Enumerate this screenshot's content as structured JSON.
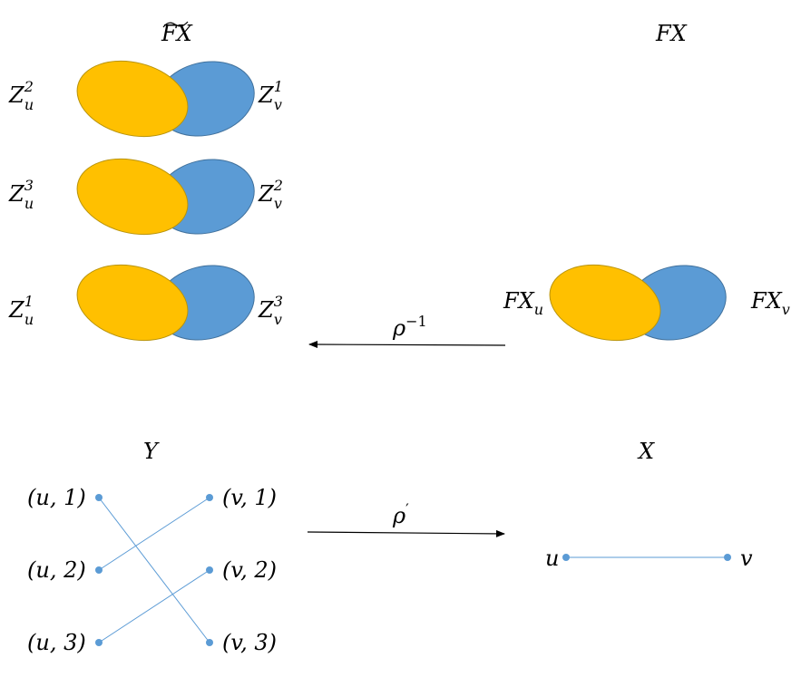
{
  "titles": {
    "cover_top": "FX",
    "base_top": "FX",
    "cover_bottom": "Y",
    "base_bottom": "X"
  },
  "cover_labels": [
    {
      "left_base": "Z",
      "left_sub": "u",
      "left_sup": "2",
      "right_base": "Z",
      "right_sub": "v",
      "right_sup": "1"
    },
    {
      "left_base": "Z",
      "left_sub": "u",
      "left_sup": "3",
      "right_base": "Z",
      "right_sub": "v",
      "right_sup": "2"
    },
    {
      "left_base": "Z",
      "left_sub": "u",
      "left_sup": "1",
      "right_base": "Z",
      "right_sub": "v",
      "right_sup": "3"
    }
  ],
  "base_labels": {
    "left_base": "FX",
    "left_sub": "u",
    "right_base": "FX",
    "right_sub": "v"
  },
  "arrows": {
    "top_label_base": "ρ",
    "top_label_sup": "−1",
    "bottom_label_base": "ρ",
    "bottom_label_sup": "′"
  },
  "cover_graph": {
    "left_nodes": [
      "(u, 1)",
      "(u, 2)",
      "(u, 3)"
    ],
    "right_nodes": [
      "(v, 1)",
      "(v, 2)",
      "(v, 3)"
    ]
  },
  "base_graph": {
    "nodes": [
      "u",
      "v"
    ]
  },
  "colors": {
    "yellow": "#FFC000",
    "yellow_stroke": "#B8930A",
    "blue": "#5B9BD5",
    "blue_stroke": "#41719C",
    "edge": "#5B9BD5"
  }
}
